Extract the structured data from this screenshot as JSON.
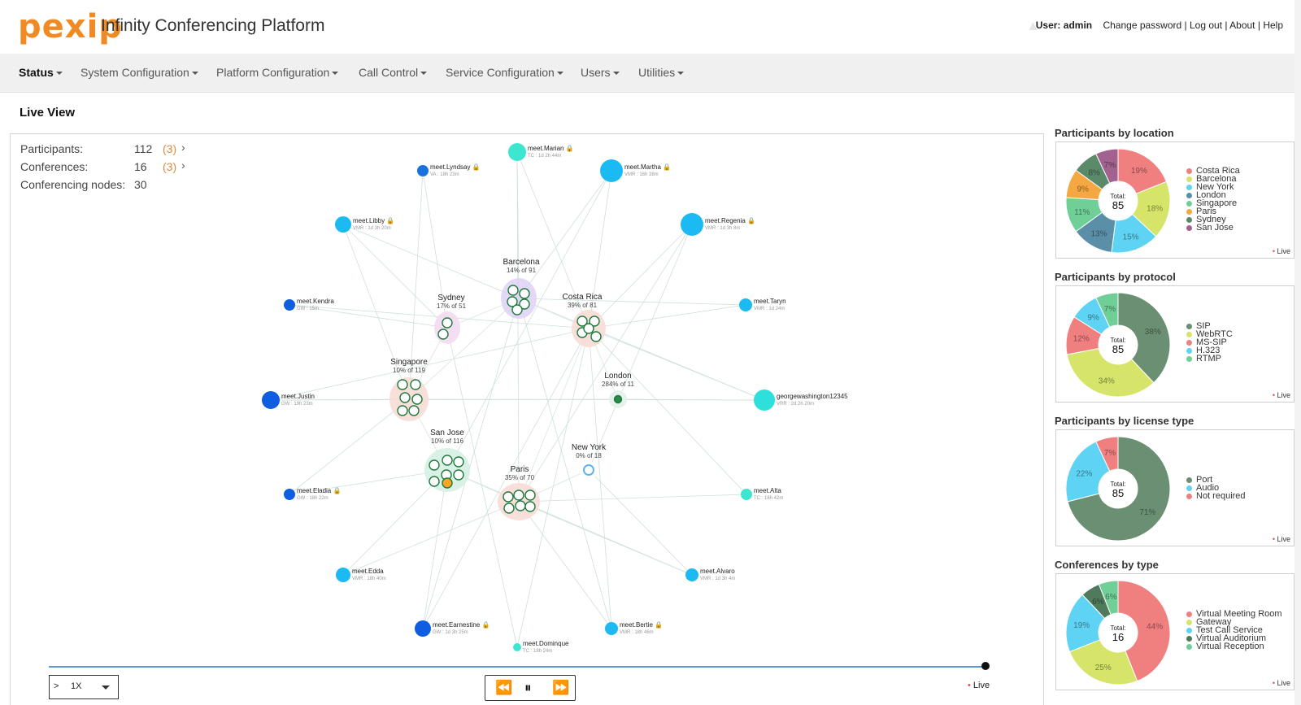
{
  "header": {
    "logo": "pexip",
    "title": "Infinity Conferencing Platform",
    "user_label": "User: admin",
    "links": [
      "Change password",
      "Log out",
      "About",
      "Help"
    ]
  },
  "nav": {
    "items": [
      {
        "label": "Status",
        "active": true
      },
      {
        "label": "System Configuration"
      },
      {
        "label": "Platform Configuration"
      },
      {
        "label": "Call Control"
      },
      {
        "label": "Service Configuration"
      },
      {
        "label": "Users"
      },
      {
        "label": "Utilities"
      }
    ]
  },
  "page_title": "Live View",
  "stats": [
    {
      "label": "Participants:",
      "value": "112",
      "extra": "(3)"
    },
    {
      "label": "Conferences:",
      "value": "16",
      "extra": "(3)"
    },
    {
      "label": "Conferencing nodes:",
      "value": "30",
      "extra": ""
    }
  ],
  "locations": [
    {
      "name": "Barcelona",
      "sub": "14% of 91",
      "color": "#e0d4f5"
    },
    {
      "name": "Sydney",
      "sub": "17% of 51",
      "color": "#f3daf0"
    },
    {
      "name": "Costa Rica",
      "sub": "39% of 81",
      "color": "#f7dcd6"
    },
    {
      "name": "Singapore",
      "sub": "10% of 119",
      "color": "#f7dcd6"
    },
    {
      "name": "London",
      "sub": "284% of 11",
      "color": "#e2f2ea"
    },
    {
      "name": "San Jose",
      "sub": "10% of 116",
      "color": "#d6efe4"
    },
    {
      "name": "New York",
      "sub": "0% of 18",
      "color": "#ffffff"
    },
    {
      "name": "Paris",
      "sub": "35% of 70",
      "color": "#f7dcd6"
    }
  ],
  "conferences": [
    {
      "name": "meet.Marian",
      "sub": "TC : 1d 2h 44m",
      "lock": true,
      "color": "#3de6cf"
    },
    {
      "name": "meet.Lyndsay",
      "sub": "VA : 18h 23m",
      "lock": true,
      "color": "#1a72e0"
    },
    {
      "name": "meet.Martha",
      "sub": "VMR : 16h 38m",
      "lock": true,
      "color": "#1bbaf2"
    },
    {
      "name": "meet.Libby",
      "sub": "VMR : 1d 3h 20m",
      "lock": true,
      "color": "#1bbaf2"
    },
    {
      "name": "meet.Regenia",
      "sub": "VMR : 1d 3h 8m",
      "lock": true,
      "color": "#1bbaf2"
    },
    {
      "name": "meet.Kendra",
      "sub": "GW : 15m",
      "lock": false,
      "color": "#0f5de0"
    },
    {
      "name": "meet.Taryn",
      "sub": "VMR : 1d 24m",
      "lock": false,
      "color": "#1bbaf2"
    },
    {
      "name": "meet.Justin",
      "sub": "GW : 19h 23m",
      "lock": false,
      "color": "#0f5de0"
    },
    {
      "name": "georgewashington12345",
      "sub": "VRR : 2d 2h 20m",
      "lock": false,
      "color": "#2de0dc"
    },
    {
      "name": "meet.Eladia",
      "sub": "GW : 18h 22m",
      "lock": true,
      "color": "#0f5de0"
    },
    {
      "name": "meet.Alta",
      "sub": "TC : 18h 42m",
      "lock": false,
      "color": "#3de6cf"
    },
    {
      "name": "meet.Edda",
      "sub": "VMR : 18h 40m",
      "lock": false,
      "color": "#1bbaf2"
    },
    {
      "name": "meet.Alvaro",
      "sub": "VMR : 1d 3h 4m",
      "lock": false,
      "color": "#1bbaf2"
    },
    {
      "name": "meet.Earnestine",
      "sub": "GW : 1d 3h 25m",
      "lock": true,
      "color": "#0f5de0"
    },
    {
      "name": "meet.Bertie",
      "sub": "VMR : 18h 46m",
      "lock": true,
      "color": "#1bbaf2"
    },
    {
      "name": "meet.Dominque",
      "sub": "TC : 18h 24m",
      "lock": false,
      "color": "#3de6cf"
    }
  ],
  "timeline": {
    "speed_prefix": ">",
    "speed": "1X",
    "live_label": "Live",
    "controls": [
      "rewind-icon",
      "pause-icon",
      "fast-forward-icon"
    ]
  },
  "chart_data": [
    {
      "type": "pie",
      "title": "Participants by location",
      "center_label": "Total:",
      "center_value": "85",
      "live": "Live",
      "series": [
        {
          "name": "Costa Rica",
          "value": 19,
          "color": "#f08080"
        },
        {
          "name": "Barcelona",
          "value": 18,
          "color": "#d6e46a"
        },
        {
          "name": "New York",
          "value": 15,
          "color": "#5fd3f3"
        },
        {
          "name": "London",
          "value": 13,
          "color": "#5b8fa8"
        },
        {
          "name": "Singapore",
          "value": 11,
          "color": "#6fcf97"
        },
        {
          "name": "Paris",
          "value": 9,
          "color": "#f5a742"
        },
        {
          "name": "Sydney",
          "value": 8,
          "color": "#5a8a6a"
        },
        {
          "name": "San Jose",
          "value": 7,
          "color": "#a1628f"
        }
      ]
    },
    {
      "type": "pie",
      "title": "Participants by protocol",
      "center_label": "Total:",
      "center_value": "85",
      "live": "Live",
      "series": [
        {
          "name": "SIP",
          "value": 38,
          "color": "#6b8f73"
        },
        {
          "name": "WebRTC",
          "value": 34,
          "color": "#d6e46a"
        },
        {
          "name": "MS-SIP",
          "value": 12,
          "color": "#f08080"
        },
        {
          "name": "H.323",
          "value": 9,
          "color": "#5fd3f3"
        },
        {
          "name": "RTMP",
          "value": 7,
          "color": "#6fcf97"
        }
      ]
    },
    {
      "type": "pie",
      "title": "Participants by license type",
      "center_label": "Total:",
      "center_value": "85",
      "live": "Live",
      "series": [
        {
          "name": "Port",
          "value": 71,
          "color": "#6b8f73"
        },
        {
          "name": "Audio",
          "value": 22,
          "color": "#5fd3f3"
        },
        {
          "name": "Not required",
          "value": 7,
          "color": "#f08080"
        }
      ]
    },
    {
      "type": "pie",
      "title": "Conferences by type",
      "center_label": "Total:",
      "center_value": "16",
      "live": "Live",
      "series": [
        {
          "name": "Virtual Meeting Room",
          "value": 44,
          "color": "#f08080"
        },
        {
          "name": "Gateway",
          "value": 25,
          "color": "#d6e46a"
        },
        {
          "name": "Test Call Service",
          "value": 19,
          "color": "#5fd3f3"
        },
        {
          "name": "Virtual Auditorium",
          "value": 6,
          "color": "#4f7a5c"
        },
        {
          "name": "Virtual Reception",
          "value": 6,
          "color": "#6fcf97"
        }
      ]
    }
  ]
}
